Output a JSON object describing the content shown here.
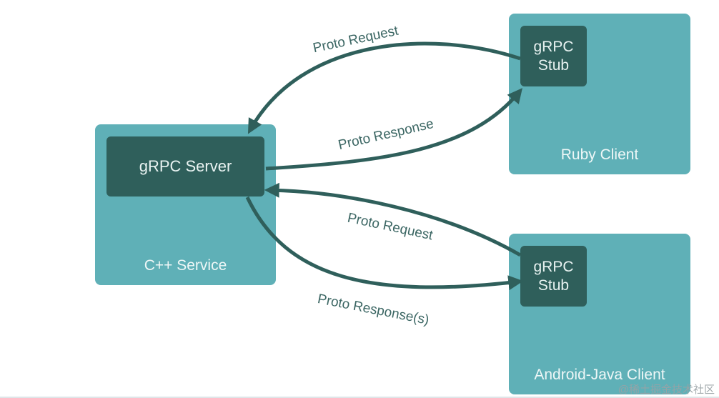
{
  "diagram": {
    "server_box": {
      "label": "C++ Service",
      "inner_label": "gRPC Server"
    },
    "ruby_box": {
      "label": "Ruby Client",
      "stub_line1": "gRPC",
      "stub_line2": "Stub"
    },
    "android_box": {
      "label": "Android-Java Client",
      "stub_line1": "gRPC",
      "stub_line2": "Stub"
    },
    "arrows": {
      "ruby_request": "Proto Request",
      "ruby_response": "Proto Response",
      "android_request": "Proto Request",
      "android_response": "Proto Response(s)"
    }
  },
  "watermark": "@稀土掘金技术社区",
  "colors": {
    "box": "#5fb0b7",
    "inner": "#2f5f5b",
    "arrow": "#2f5f5b",
    "label_text": "#3b6663"
  }
}
